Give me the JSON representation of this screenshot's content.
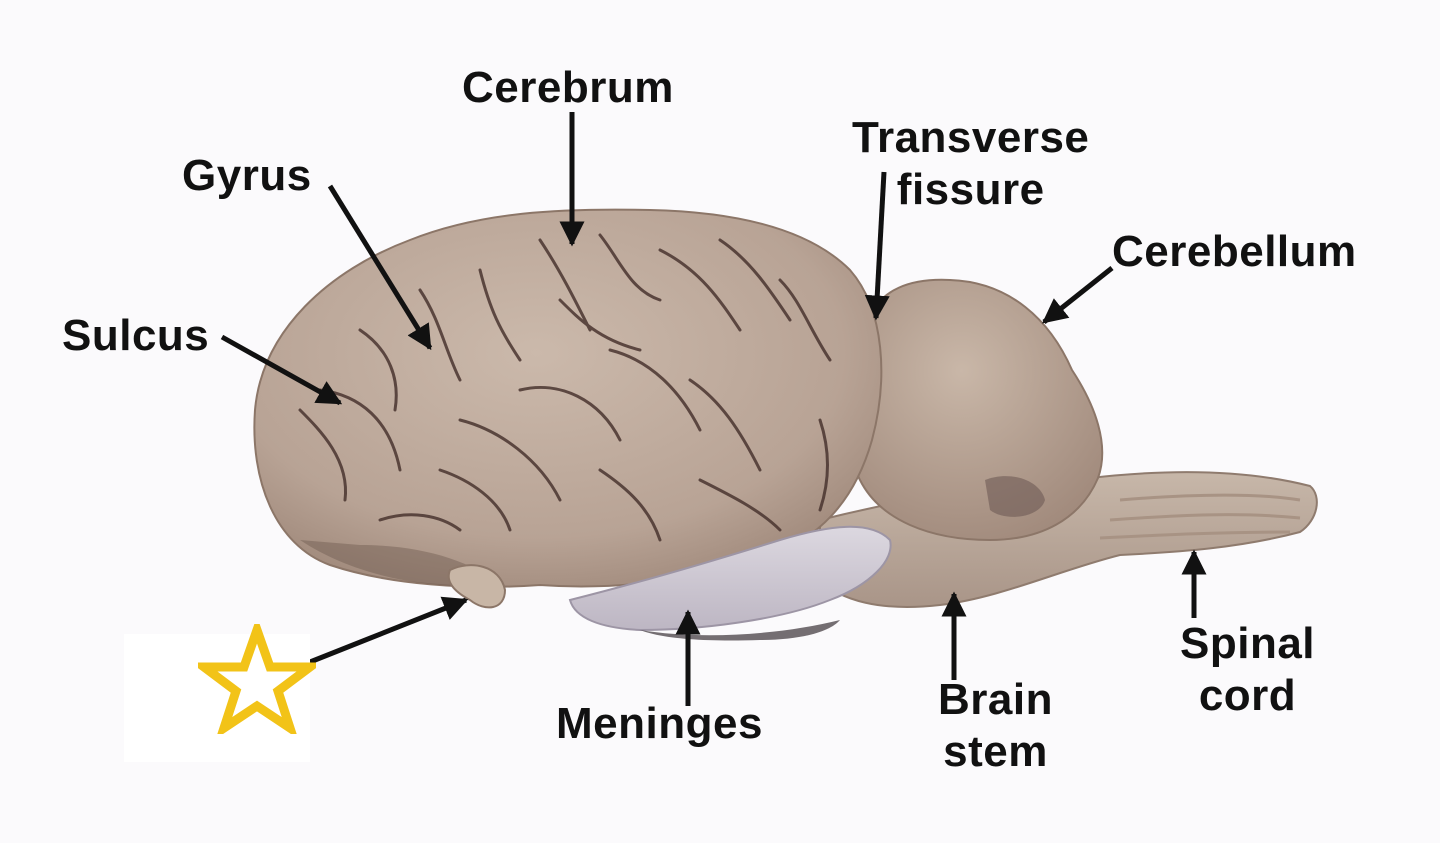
{
  "labels": {
    "cerebrum": "Cerebrum",
    "gyrus": "Gyrus",
    "sulcus": "Sulcus",
    "transverse_fissure": "Transverse\nfissure",
    "cerebellum": "Cerebellum",
    "meninges": "Meninges",
    "brain_stem": "Brain\nstem",
    "spinal_cord": "Spinal\ncord"
  },
  "colors": {
    "tissue": "#b9a596",
    "tissue_dark": "#8e7667",
    "sulcus_lines": "#4a3530",
    "meninges": "#cdc8d2",
    "star": "#f2c318",
    "arrow": "#111111"
  },
  "icons": {
    "unknown_structure_marker": "star-icon"
  }
}
